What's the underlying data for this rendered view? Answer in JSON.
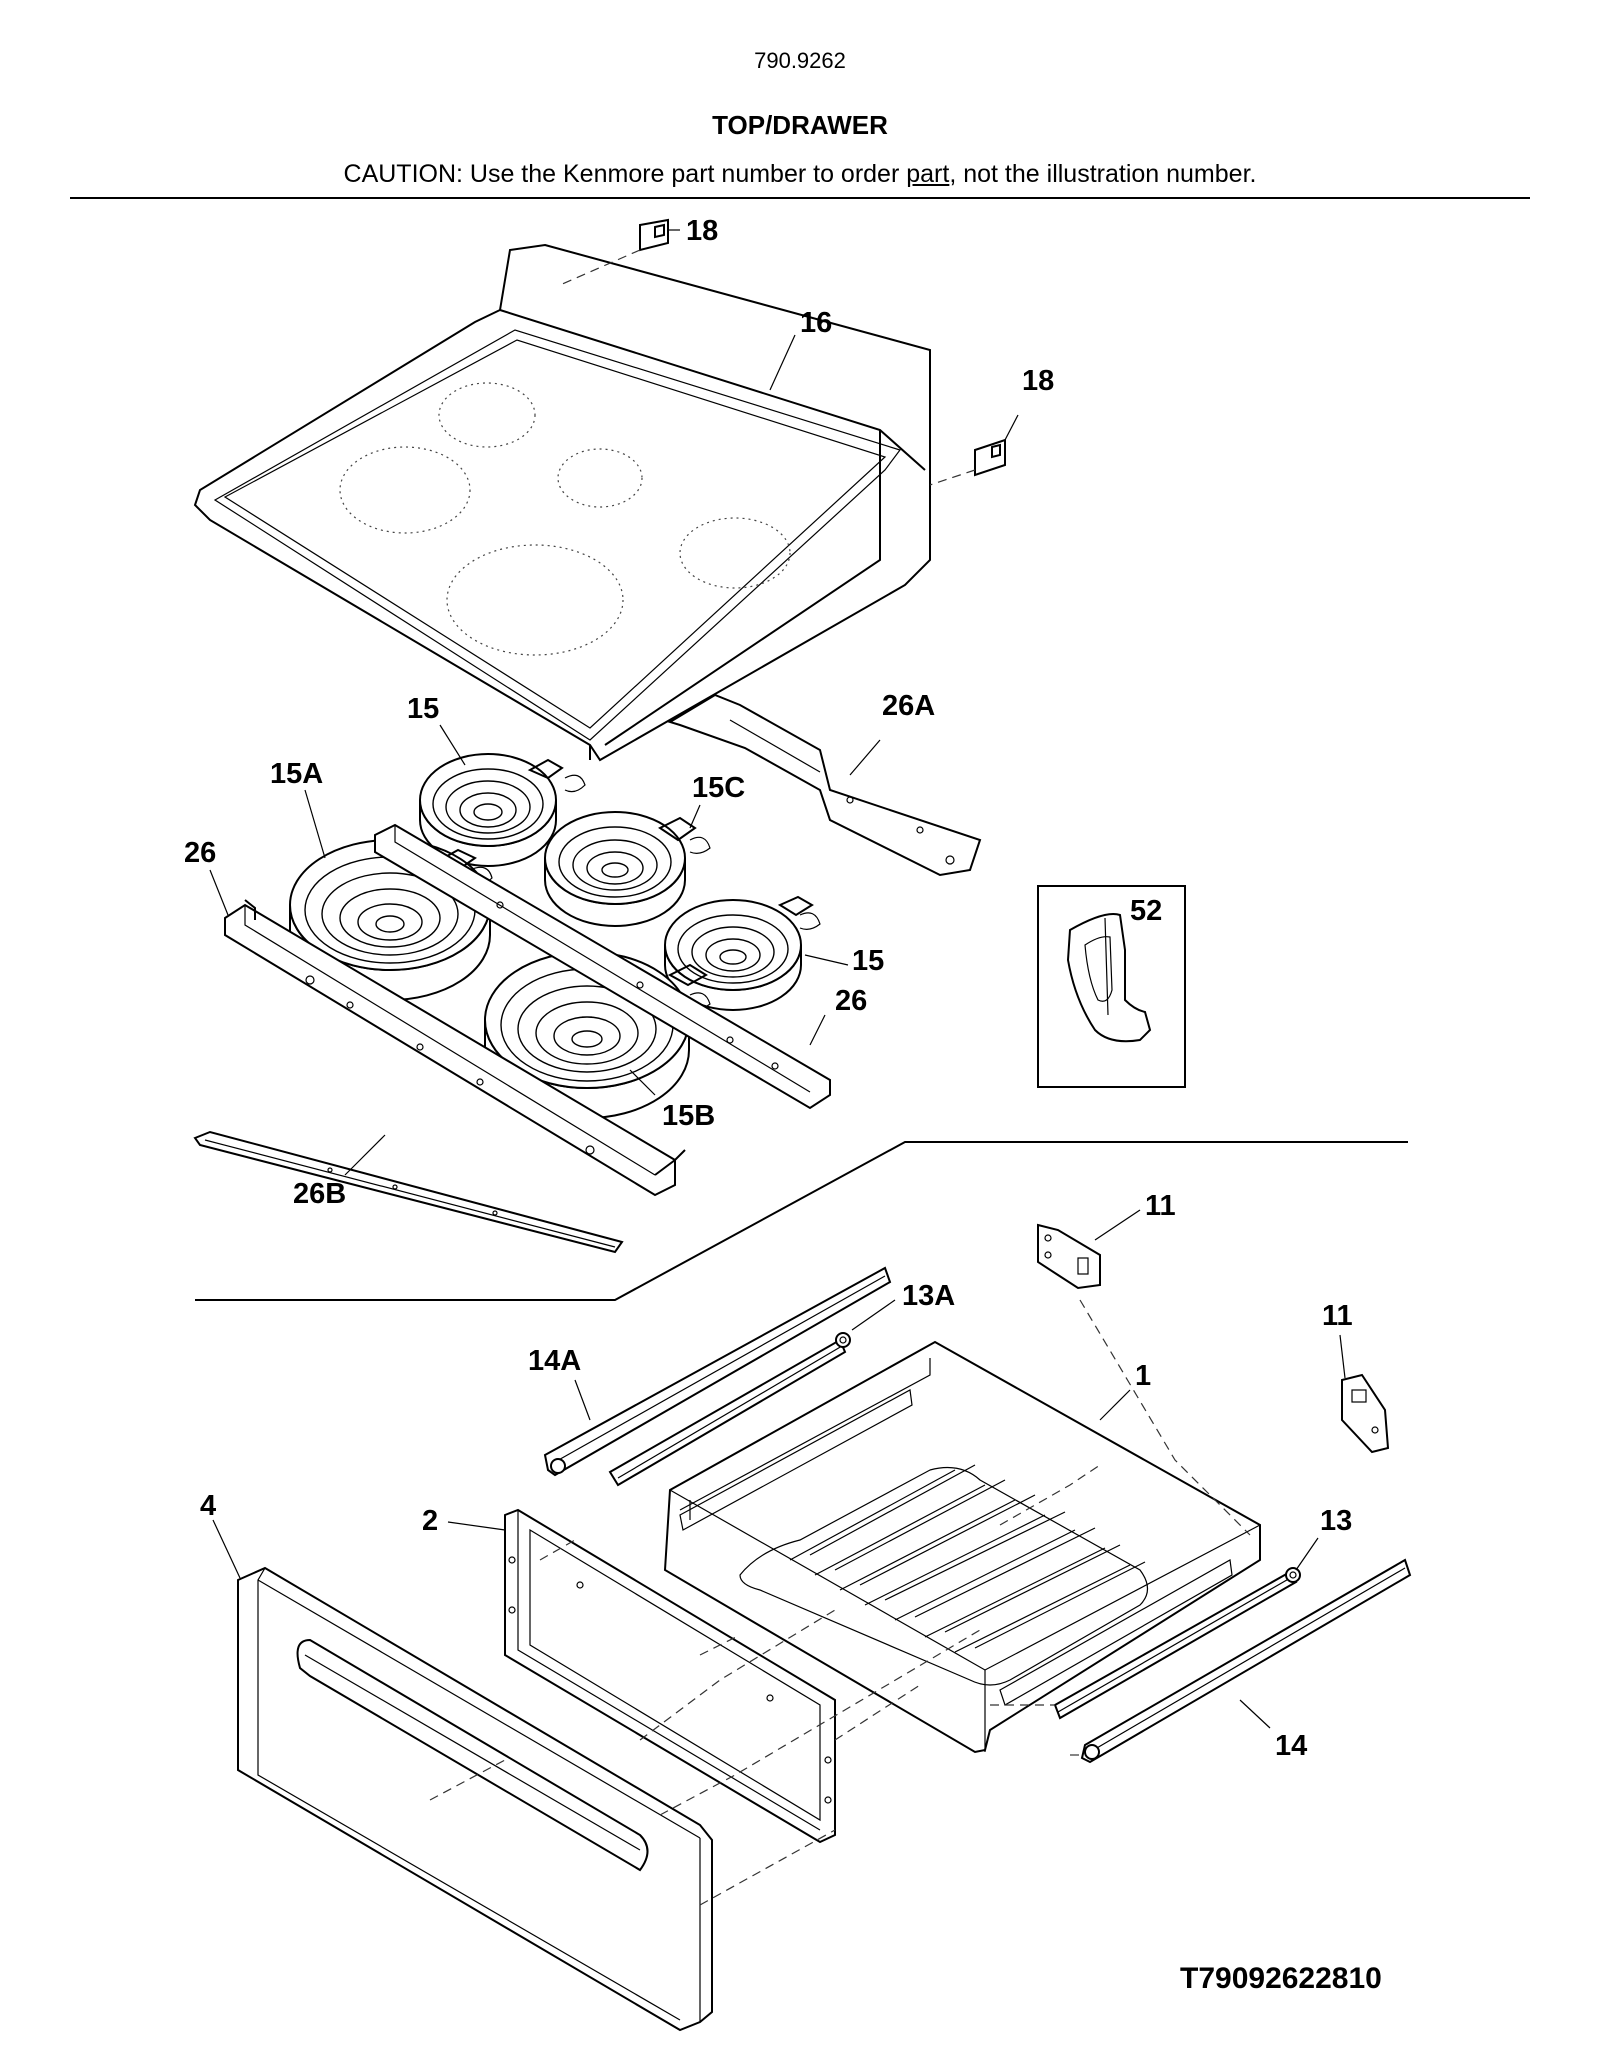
{
  "header": {
    "model_number": "790.9262",
    "section_title": "TOP/DRAWER",
    "caution_prefix": "CAUTION: Use the Kenmore part number to order ",
    "caution_underlined": "part",
    "caution_suffix": ", not the illustration number."
  },
  "callouts": {
    "c18a": "18",
    "c16": "16",
    "c18b": "18",
    "c26a": "26A",
    "c15a_top": "15",
    "c15a": "15A",
    "c15c": "15C",
    "c26_left": "26",
    "c52": "52",
    "c15_right": "15",
    "c26_right": "26",
    "c15b": "15B",
    "c26b": "26B",
    "c11a": "11",
    "c13a": "13A",
    "c11b": "11",
    "c14a": "14A",
    "c1": "1",
    "c4": "4",
    "c2": "2",
    "c13": "13",
    "c14": "14"
  },
  "footer": {
    "drawing_id": "T79092622810"
  }
}
